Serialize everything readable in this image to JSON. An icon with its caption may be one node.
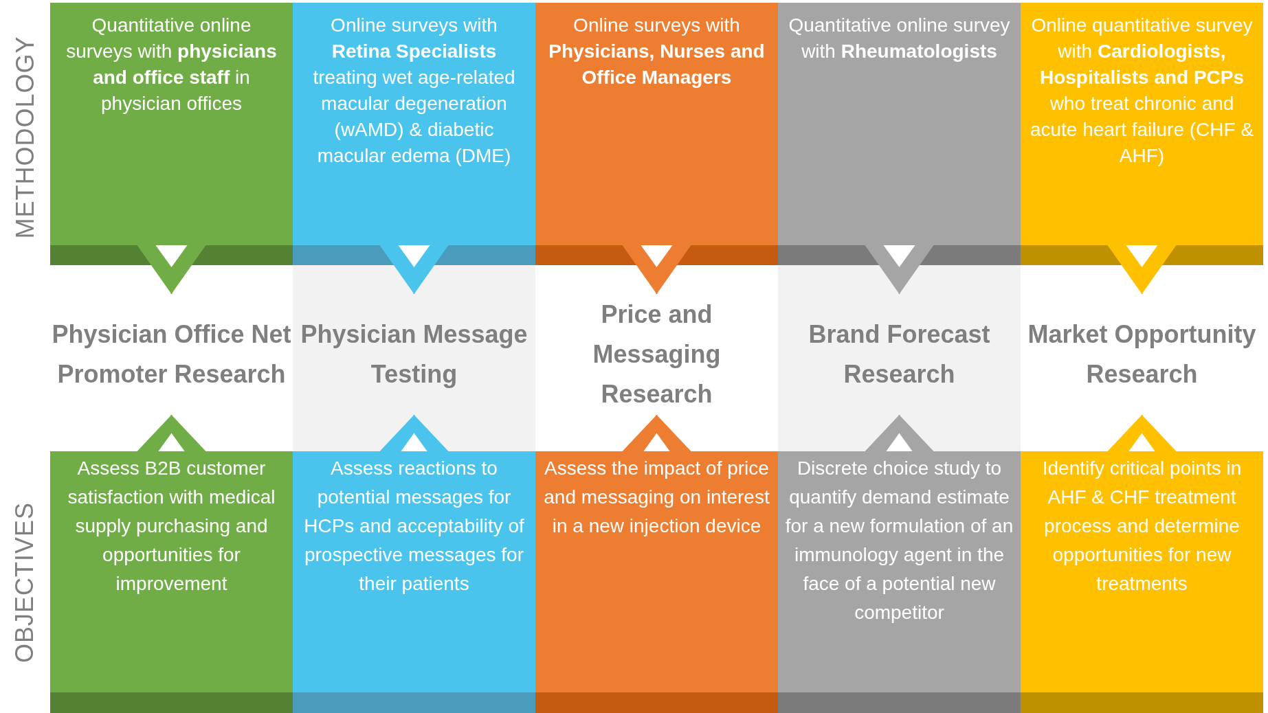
{
  "diagram": {
    "nodes": [
      {
        "text": [
          "Quantitative online surveys with **physicians and office staff** in physician offices"
        ]
      },
      {
        "text": [
          "Online surveys with **Retina Specialists** treating wet age-related macular degeneration (wAMD) & diabetic macular edema (DME)"
        ]
      },
      {
        "text": [
          "Online surveys with **Physicians, Nurses and Office Managers**"
        ]
      },
      {
        "text": [
          "Quantitative online survey with **Rheumatologists**"
        ]
      },
      {
        "text": [
          "Online quantitative survey with **Cardiologists, Hospitalists and PCPs** who treat chronic and acute heart failure (CHF & AHF)"
        ]
      },
      {
        "text": [
          "Physician Office Net Promoter Research"
        ]
      },
      {
        "text": [
          "Physician Message Testing"
        ]
      },
      {
        "text": [
          "Price and Messaging Research"
        ]
      },
      {
        "text": [
          "Brand Forecast Research"
        ]
      },
      {
        "text": [
          "Market Opportunity Research"
        ]
      },
      {
        "text": [
          "Assess B2B customer satisfaction with medical supply purchasing and opportunities for improvement"
        ]
      },
      {
        "text": [
          "Assess reactions to potential messages for HCPs and acceptability of prospective messages for their patients"
        ]
      },
      {
        "text": [
          "Assess the impact of price and messaging on interest in a new injection device"
        ]
      },
      {
        "text": [
          "Discrete choice study to quantify demand estimate for a new formulation of an immunology agent in the face of a potential new competitor"
        ]
      },
      {
        "text": [
          "Identify critical points in AHF & CHF treatment process and determine opportunities for new treatments"
        ]
      }
    ],
    "edges": [
      {
        "from": 0,
        "to": 5,
        "arrow": "to",
        "color": "#70ad47"
      },
      {
        "from": 1,
        "to": 6,
        "arrow": "to",
        "color": "#4ac4ec"
      },
      {
        "from": 2,
        "to": 7,
        "arrow": "to",
        "color": "#ed7d31"
      },
      {
        "from": 3,
        "to": 8,
        "arrow": "to",
        "color": "#a5a5a5"
      },
      {
        "from": 4,
        "to": 9,
        "arrow": "to",
        "color": "#ffc000"
      },
      {
        "from": 10,
        "to": 5,
        "arrow": "to",
        "color": "#70ad47"
      },
      {
        "from": 11,
        "to": 6,
        "arrow": "to",
        "color": "#4ac4ec"
      },
      {
        "from": 12,
        "to": 7,
        "arrow": "to",
        "color": "#ed7d31"
      },
      {
        "from": 13,
        "to": 8,
        "arrow": "to",
        "color": "#a5a5a5"
      },
      {
        "from": 14,
        "to": 9,
        "arrow": "to",
        "color": "#ffc000"
      }
    ],
    "labels": [
      "METHODOLOGY",
      "OBJECTIVES"
    ]
  }
}
